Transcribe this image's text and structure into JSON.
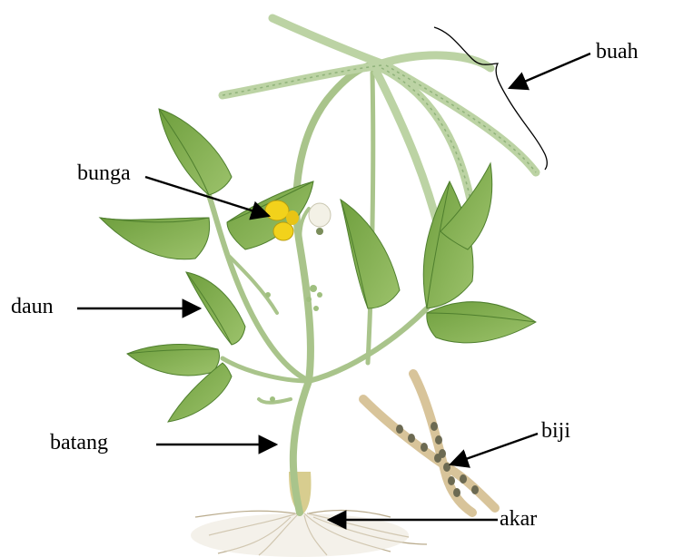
{
  "labels": {
    "buah": "buah",
    "bunga": "bunga",
    "daun": "daun",
    "batang": "batang",
    "biji": "biji",
    "akar": "akar"
  },
  "colors": {
    "leaf": "#7fae4e",
    "leaf_dark": "#4f7f2e",
    "stem": "#a9c48b",
    "pod": "#bcd3a4",
    "flower_yellow": "#f2d21b",
    "seed_pod": "#d8c49a",
    "seed": "#6c6a52",
    "root": "#b9ab8c",
    "arrow": "#000000"
  }
}
